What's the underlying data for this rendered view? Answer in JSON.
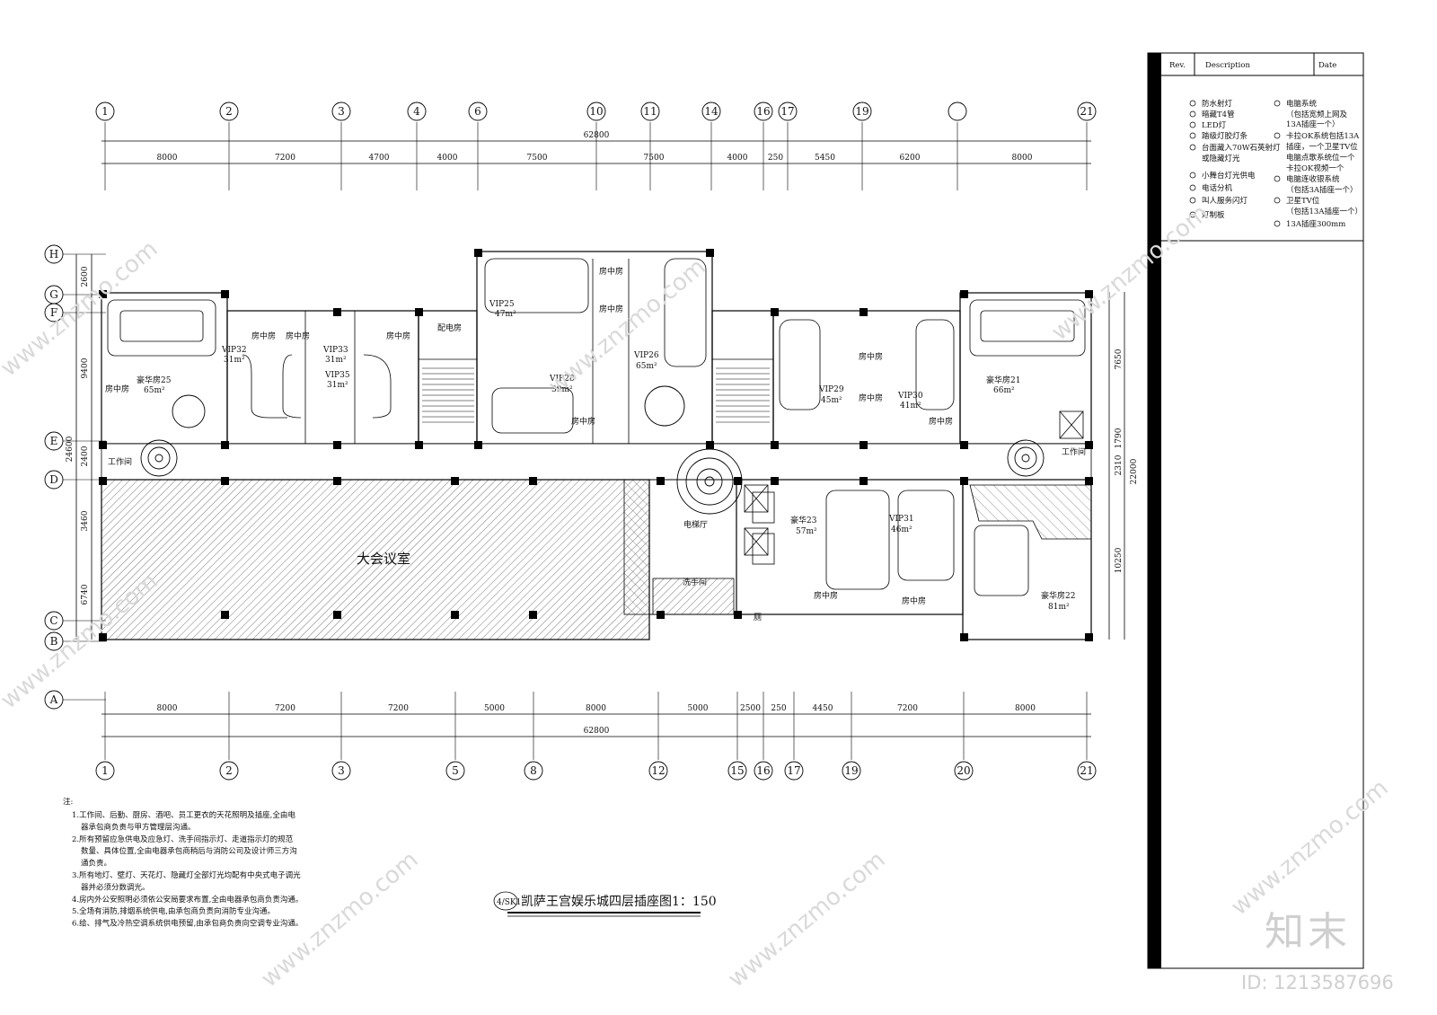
{
  "axes_top": [
    "1",
    "2",
    "3",
    "4",
    "6",
    "10",
    "11",
    "14",
    "16",
    "17",
    "19",
    "",
    "21"
  ],
  "axes_bottom": [
    "1",
    "2",
    "3",
    "5",
    "8",
    "12",
    "15",
    "16",
    "17",
    "19",
    "20",
    "21"
  ],
  "axes_left": [
    "H",
    "G",
    "F",
    "E",
    "D",
    "C",
    "B",
    "A"
  ],
  "dims_top_total": "62800",
  "dims_top": [
    "8000",
    "7200",
    "4700",
    "4000",
    "7500",
    "7500",
    "4000",
    "250",
    "5450",
    "6200",
    "8000"
  ],
  "dims_bottom_total": "62800",
  "dims_bottom": [
    "8000",
    "7200",
    "7200",
    "5000",
    "8000",
    "5000",
    "2500",
    "250",
    "4450",
    "7200",
    "8000"
  ],
  "dims_left": [
    "2600",
    "9400",
    "2400",
    "24600",
    "3460",
    "6740"
  ],
  "dims_right": [
    "7650",
    "1790",
    "2310",
    "22000",
    "10250"
  ],
  "rooms": {
    "vip25": "VIP25",
    "vip25_area": "47m²",
    "vip32": "VIP32",
    "vip32_area": "31m²",
    "vip33": "VIP33",
    "vip33_area": "31m²",
    "vip35": "VIP35",
    "vip35_area": "31m²",
    "lux25": "豪华房25",
    "lux25_area": "65m²",
    "vip28": "VIP28",
    "vip28_area": "39m²",
    "vip26": "VIP26",
    "vip26_area": "65m²",
    "vip29": "VIP29",
    "vip29_area": "45m²",
    "vip30": "VIP30",
    "vip30_area": "41m²",
    "lux21": "豪华房21",
    "lux21_area": "66m²",
    "lux23": "豪华23",
    "lux23_area": "57m²",
    "vip31": "VIP31",
    "vip31_area": "46m²",
    "lux22": "豪华房22",
    "lux22_area": "81m²",
    "room_in_room": "房中房",
    "power_room": "配电房",
    "conference": "大会议室",
    "elevator_hall": "电梯厅",
    "wash_room": "洗手间",
    "work_room": "工作间",
    "toilet": "厕"
  },
  "legend": {
    "header_rev": "Rev.",
    "header_desc": "Description",
    "header_date": "Date",
    "left": [
      "防水射灯",
      "暗藏T4管",
      "LED灯",
      "踏级灯胶灯条",
      "台面藏入70W石英射灯",
      "或隐藏灯光",
      "小舞台灯光供电",
      "电话分机",
      "叫人服务闪灯",
      "灯制板"
    ],
    "right": [
      "电脑系统",
      "（包括宽频上网及",
      "13A插座一个）",
      "卡拉OK系统包括13A",
      "插座，一个卫星TV位",
      "电脑点歌系统位一个",
      "卡拉OK视频一个",
      "电脑连收银系统",
      "（包括3A插座一个）",
      "卫星TV位",
      "（包括13A插座一个）",
      "13A插座300mm"
    ]
  },
  "notes": {
    "heading": "注:",
    "lines": [
      "1.工作间、后勤、厨房、酒吧、员工更衣的天花照明及插座,全由电",
      "器承包商负责与甲方管理层沟通。",
      "2.所有预留应急供电及应急灯、洗手间指示灯、走道指示灯的规范",
      "数量、具体位置,全由电器承包商稍后与消防公司及设计师三方沟",
      "通负责。",
      "3.所有地灯、壁灯、天花灯、隐藏灯全部灯光均配有中央式电子调光",
      "器并必须分数调光。",
      "4.房内外公安照明必须依公安局要求布置,全由电器承包商负责沟通。",
      "5.全场有消防,排烟系统供电,由承包商负责向消防专业沟通。",
      "6.给、排气及冷热空调系统供电预留,由承包商负责向空调专业沟通。"
    ]
  },
  "title_tag": "4/SK1",
  "title": "凯萨王宫娱乐城四层插座图1：150",
  "brand": "知末",
  "image_id": "ID: 1213587696",
  "watermark": "www.znzmo.com"
}
